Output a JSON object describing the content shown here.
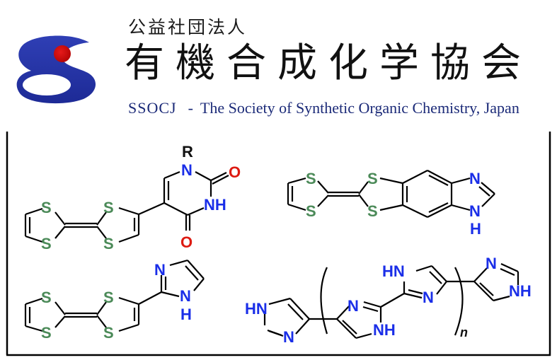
{
  "header": {
    "org_type": "公益社団法人",
    "org_name": "有機合成化学協会",
    "abbreviation": "SSOCJ",
    "separator": "-",
    "english_name": "The Society of Synthetic Organic Chemistry, Japan",
    "logo": "ssocj-logo"
  },
  "colors": {
    "logo_blue": "#2633a6",
    "logo_red": "#d40f0f",
    "text_navy": "#1b2a78",
    "sulfur": "#4b8a58",
    "nitrogen": "#1a2ee8",
    "oxygen": "#dd1b12",
    "bond": "#000000"
  },
  "structures": [
    {
      "id": "ttf-uracil",
      "atoms": {
        "S": "S",
        "N": "N",
        "NH": "NH",
        "O": "O",
        "R": "R"
      }
    },
    {
      "id": "ttf-benzimidazole",
      "atoms": {
        "S": "S",
        "N": "N",
        "H": "H"
      }
    },
    {
      "id": "ttf-imidazole",
      "atoms": {
        "S": "S",
        "N": "N",
        "H": "H"
      }
    },
    {
      "id": "oligo-imidazole",
      "atoms": {
        "HN": "HN",
        "N": "N",
        "NH": "NH"
      },
      "repeat_label": "n"
    }
  ]
}
